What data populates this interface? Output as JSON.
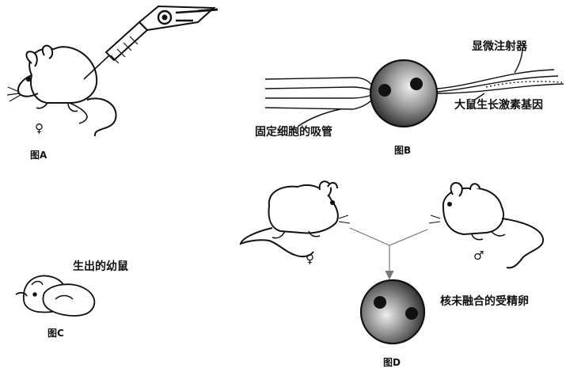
{
  "panels": {
    "a": "图A",
    "b": "图B",
    "c": "图C",
    "d": "图D"
  },
  "labels": {
    "microinjector": "显微注射器",
    "growth_hormone_gene": "大鼠生长激素基因",
    "holding_pipette": "固定细胞的吸管",
    "offspring": "生出的幼鼠",
    "zygote": "核未融合的受精卵",
    "female_a": "♀",
    "female_d": "♀",
    "male_d": "♂"
  },
  "colors": {
    "ink": "#111111",
    "cell_fill": "#2b2b2b",
    "paper": "#ffffff"
  }
}
